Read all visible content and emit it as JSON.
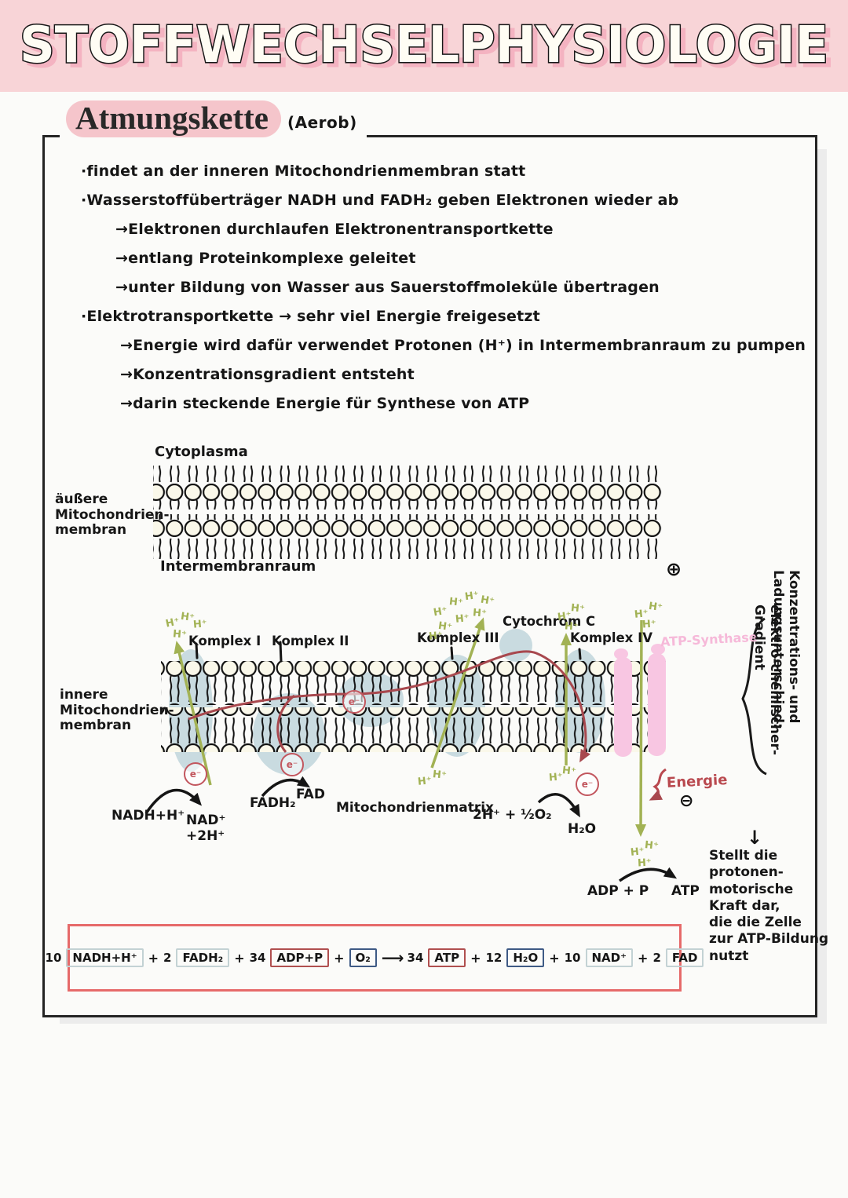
{
  "banner": {
    "title": "STOFFWECHSELPHYSIOLOGIE"
  },
  "heading": {
    "title": "Atmungskette",
    "subtitle": "(Aerob)"
  },
  "notes": {
    "line1": "·findet an der inneren Mitochondrienmembran statt",
    "line2": "·Wasserstoffüberträger NADH und FADH₂ geben Elektronen wieder ab",
    "line3": "→Elektronen durchlaufen Elektronentransportkette",
    "line4": "→entlang Proteinkomplexe geleitet",
    "line5": "→unter Bildung von Wasser aus Sauerstoffmoleküle übertragen",
    "line6": "·Elektrotransportkette → sehr viel Energie freigesetzt",
    "line7": "→Energie wird dafür verwendet Protonen (H⁺) in Intermembranraum zu pumpen",
    "line8": "→Konzentrationsgradient entsteht",
    "line9": "→darin steckende Energie für Synthese von ATP"
  },
  "diagram": {
    "cytoplasma": "Cytoplasma",
    "outer_membrane": "äußere\nMitochondrien-\nmembran",
    "intermembranraum": "Intermembranraum",
    "inner_membrane": "innere\nMitochondrien-\nmembran",
    "komplex1": "Komplex I",
    "komplex2": "Komplex II",
    "komplex3": "Komplex III",
    "komplex4": "Komplex IV",
    "cytochrom_c": "Cytochrom C",
    "atp_synthase": "ATP-Synthase",
    "h_plus": "H⁺",
    "electron": "e⁻",
    "plus_charge": "⊕",
    "minus_charge": "⊖",
    "nadh": "NADH+H⁺",
    "nad": "NAD⁺\n+2H⁺",
    "fadh2": "FADH₂",
    "fad": "FAD",
    "matrix": "Mitochondrienmatrix",
    "o2_reaction": "2H⁺ + ½O₂",
    "h2o": "H₂O",
    "energie": "Energie",
    "adp": "ADP + P",
    "atp": "ATP",
    "down_arrow": "↓",
    "proton_note": "Stellt die\nprotonen-\nmotorische\nKraft dar,\ndie die Zelle\nzur ATP-Bildung\nnutzt",
    "gradient1": "Konzentrations- und Ladungsunterschied:",
    "gradient2": "elektro-chemischer-Gradient"
  },
  "equation": {
    "plus": "+",
    "arrow": "⟶",
    "terms": [
      {
        "coef": "10",
        "label": "NADH+H⁺",
        "box": "teal"
      },
      {
        "coef": "2",
        "label": "FADH₂",
        "box": "teal"
      },
      {
        "coef": "34",
        "label": "ADP+P",
        "box": "red"
      },
      {
        "coef": "",
        "label": "O₂",
        "box": "navy"
      },
      {
        "coef": "34",
        "label": "ATP",
        "box": "red"
      },
      {
        "coef": "12",
        "label": "H₂O",
        "box": "navy"
      },
      {
        "coef": "10",
        "label": "NAD⁺",
        "box": "teal"
      },
      {
        "coef": "2",
        "label": "FAD",
        "box": "teal"
      }
    ]
  },
  "colors": {
    "banner_bg": "#f8d4d7",
    "banner_shadow": "#f3b0bd",
    "heading_highlight": "#f5c5cb",
    "proton_green": "#a2b254",
    "complex_blue": "#c9dbe0",
    "synthase_pink": "#f8c6e2",
    "electron_red": "#a8484e",
    "equation_border": "#e66a6a",
    "box_red": "#b04f4f",
    "box_navy": "#3e5a85",
    "box_teal": "#c3d2d4"
  }
}
